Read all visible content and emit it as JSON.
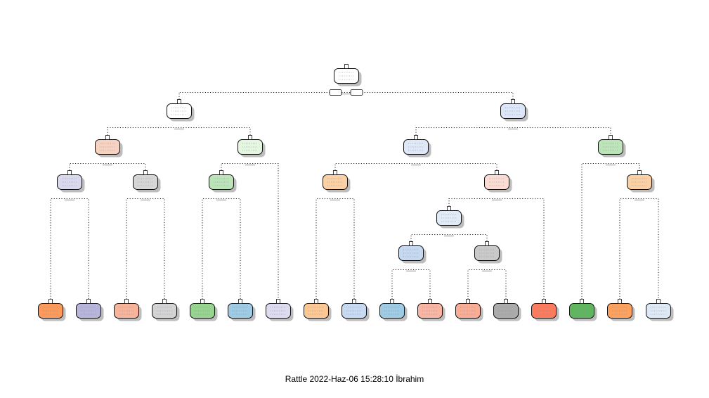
{
  "caption": "Rattle 2022-Haz-06 15:28:10 İbrahim",
  "tree": {
    "nodes": [
      {
        "id": "n1",
        "fill": "#ffffff"
      },
      {
        "id": "n2",
        "fill": "#ffffff"
      },
      {
        "id": "n3",
        "fill": "#dce6f6"
      },
      {
        "id": "n4",
        "fill": "#f8d2c0"
      },
      {
        "id": "n5",
        "fill": "#e4f5e0"
      },
      {
        "id": "n6",
        "fill": "#dfe8f6"
      },
      {
        "id": "n7",
        "fill": "#bde4b8"
      },
      {
        "id": "n8",
        "fill": "#d9d8ec"
      },
      {
        "id": "n9",
        "fill": "#d6d6d6"
      },
      {
        "id": "n10",
        "fill": "#bde4b8"
      },
      {
        "id": "n11",
        "fill": "#fbd0a4"
      },
      {
        "id": "n12",
        "fill": "#fbdcd3"
      },
      {
        "id": "n13",
        "fill": "#fbd0a4"
      },
      {
        "id": "n14",
        "fill": "#e1eaf7"
      },
      {
        "id": "n15",
        "fill": "#c5d8f0"
      },
      {
        "id": "n16",
        "fill": "#c9c9c9"
      },
      {
        "id": "l1",
        "fill": "#fb9a5a"
      },
      {
        "id": "l2",
        "fill": "#b8b5da"
      },
      {
        "id": "l3",
        "fill": "#f8b49a"
      },
      {
        "id": "l4",
        "fill": "#d3d3d3"
      },
      {
        "id": "l5",
        "fill": "#97d48f"
      },
      {
        "id": "l6",
        "fill": "#9ecae3"
      },
      {
        "id": "l7",
        "fill": "#dcdbf0"
      },
      {
        "id": "l8",
        "fill": "#fdc794"
      },
      {
        "id": "l9",
        "fill": "#c7daf1"
      },
      {
        "id": "l10",
        "fill": "#9ecae3"
      },
      {
        "id": "l11",
        "fill": "#f9b5a3"
      },
      {
        "id": "l12",
        "fill": "#f9ad94"
      },
      {
        "id": "l13",
        "fill": "#ababab"
      },
      {
        "id": "l14",
        "fill": "#fb7b5e"
      },
      {
        "id": "l15",
        "fill": "#5fb65f"
      },
      {
        "id": "l16",
        "fill": "#fda25e"
      },
      {
        "id": "l17",
        "fill": "#dfe9f5"
      }
    ]
  }
}
